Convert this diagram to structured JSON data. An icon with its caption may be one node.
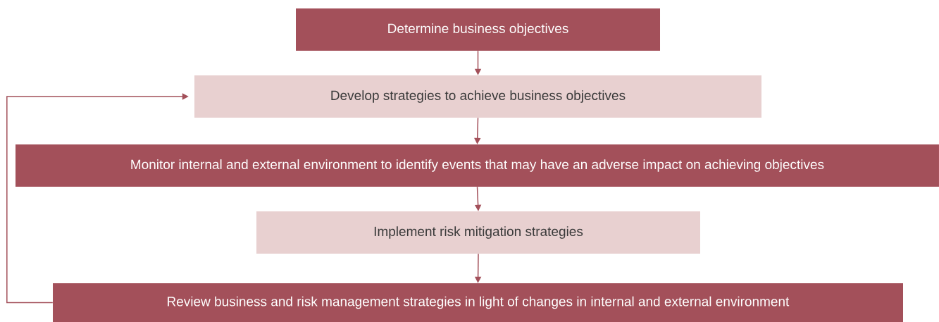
{
  "diagram": {
    "nodes": [
      {
        "text": [
          "Determine business objectives"
        ]
      },
      {
        "text": [
          "Develop strategies to achieve business objectives"
        ]
      },
      {
        "text": [
          "Monitor internal and external environment to identify events that may have an adverse impact on achieving objectives"
        ]
      },
      {
        "text": [
          "Implement risk mitigation strategies"
        ]
      },
      {
        "text": [
          "Review business and risk management strategies in light of changes in internal and external environment"
        ]
      }
    ],
    "edges": [
      {
        "from": 0,
        "to": 1,
        "arrow": "to"
      },
      {
        "from": 1,
        "to": 2,
        "arrow": "to"
      },
      {
        "from": 2,
        "to": 3,
        "arrow": "to"
      },
      {
        "from": 3,
        "to": 4,
        "arrow": "to"
      },
      {
        "from": 4,
        "to": 1,
        "arrow": "to"
      }
    ]
  }
}
